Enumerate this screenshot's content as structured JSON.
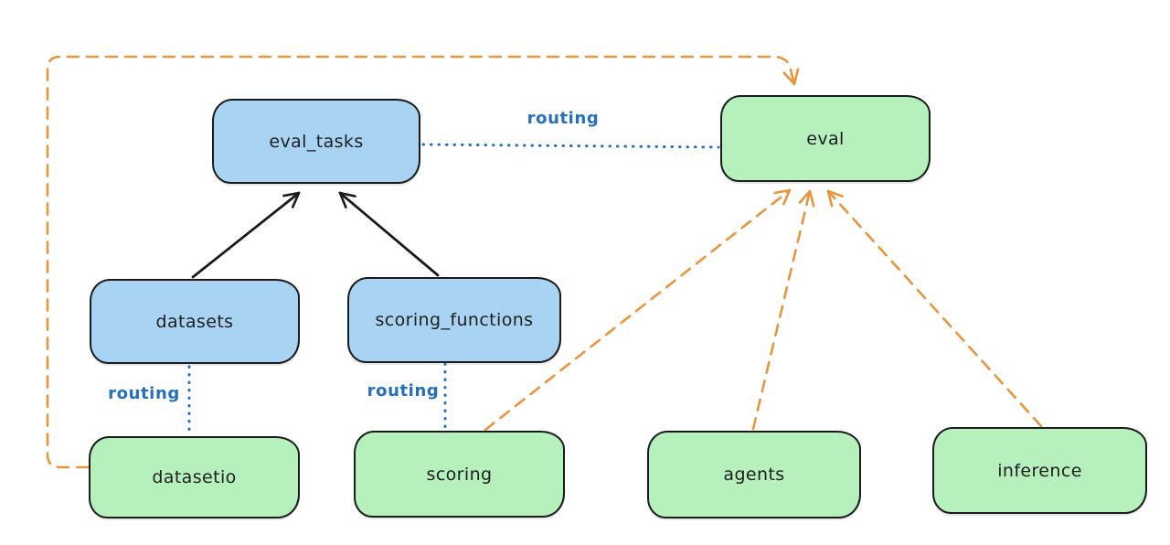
{
  "colors": {
    "background": "#ffffff",
    "node_border": "#1b1b1b",
    "blue_node_fill": "#a8d3f3",
    "green_node_fill": "#b5f0bd",
    "routing_blue": "#2470bd",
    "orange_dash": "#e8953d",
    "black_arrow": "#1b1b1b"
  },
  "nodes": [
    {
      "id": "eval_tasks",
      "label": "eval_tasks",
      "fill": "blue"
    },
    {
      "id": "eval",
      "label": "eval",
      "fill": "green"
    },
    {
      "id": "datasets",
      "label": "datasets",
      "fill": "blue"
    },
    {
      "id": "scoring_functions",
      "label": "scoring_functions",
      "fill": "blue"
    },
    {
      "id": "datasetio",
      "label": "datasetio",
      "fill": "green"
    },
    {
      "id": "scoring",
      "label": "scoring",
      "fill": "green"
    },
    {
      "id": "agents",
      "label": "agents",
      "fill": "green"
    },
    {
      "id": "inference",
      "label": "inference",
      "fill": "green"
    }
  ],
  "edges": [
    {
      "from": "datasets",
      "to": "eval_tasks",
      "style": "solid-black-arrow",
      "label": ""
    },
    {
      "from": "scoring_functions",
      "to": "eval_tasks",
      "style": "solid-black-arrow",
      "label": ""
    },
    {
      "from": "eval_tasks",
      "to": "eval",
      "style": "dotted-blue",
      "label": "routing"
    },
    {
      "from": "datasets",
      "to": "datasetio",
      "style": "dotted-blue",
      "label": "routing"
    },
    {
      "from": "scoring_functions",
      "to": "scoring",
      "style": "dotted-blue",
      "label": "routing"
    },
    {
      "from": "datasetio",
      "to": "eval",
      "style": "dashed-orange-arrow",
      "label": ""
    },
    {
      "from": "scoring",
      "to": "eval",
      "style": "dashed-orange-arrow",
      "label": ""
    },
    {
      "from": "agents",
      "to": "eval",
      "style": "dashed-orange-arrow",
      "label": ""
    },
    {
      "from": "inference",
      "to": "eval",
      "style": "dashed-orange-arrow",
      "label": ""
    }
  ]
}
